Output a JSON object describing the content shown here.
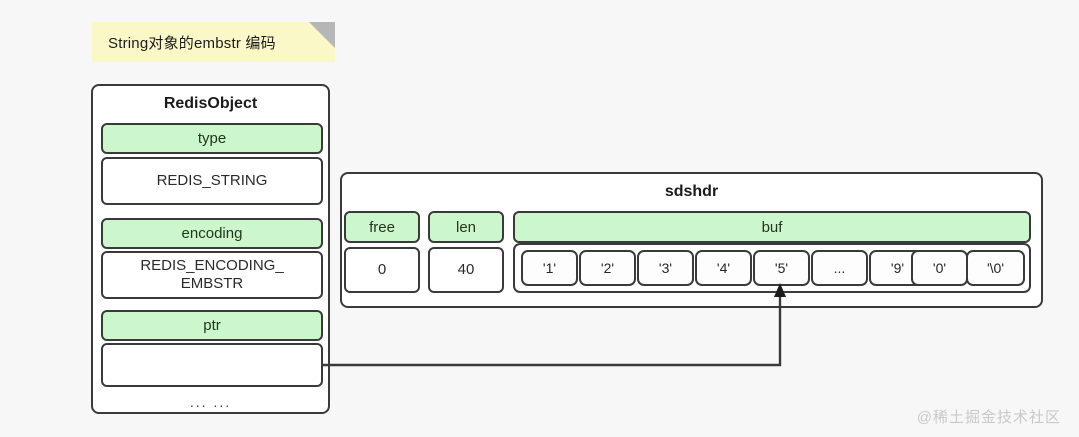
{
  "note": {
    "text": "String对象的embstr 编码"
  },
  "redis_object": {
    "title": "RedisObject",
    "fields": [
      {
        "label": "type",
        "value": "REDIS_STRING"
      },
      {
        "label": "encoding",
        "value": "REDIS_ENCODING_\nEMBSTR"
      },
      {
        "label": "ptr",
        "value": ""
      }
    ],
    "footer": "... ..."
  },
  "sdshdr": {
    "title": "sdshdr",
    "free": {
      "label": "free",
      "value": "0"
    },
    "len": {
      "label": "len",
      "value": "40"
    },
    "buf": {
      "label": "buf",
      "cells": [
        "'1'",
        "'2'",
        "'3'",
        "'4'",
        "'5'",
        "...",
        "'9'",
        "'0'",
        "'\\0'"
      ]
    }
  },
  "pointer": {
    "from": "ptr",
    "to": "buf-cell-5"
  },
  "watermark": {
    "text": "@稀土掘金技术社区"
  },
  "colors": {
    "background": "#f7f7f7",
    "note": "#fbf8c8",
    "note_fold": "#b6b6b6",
    "green": "#ccf7cc",
    "stroke": "#3a3a3a",
    "box_fill": "#ffffff",
    "watermark": "#c9c9c9"
  }
}
